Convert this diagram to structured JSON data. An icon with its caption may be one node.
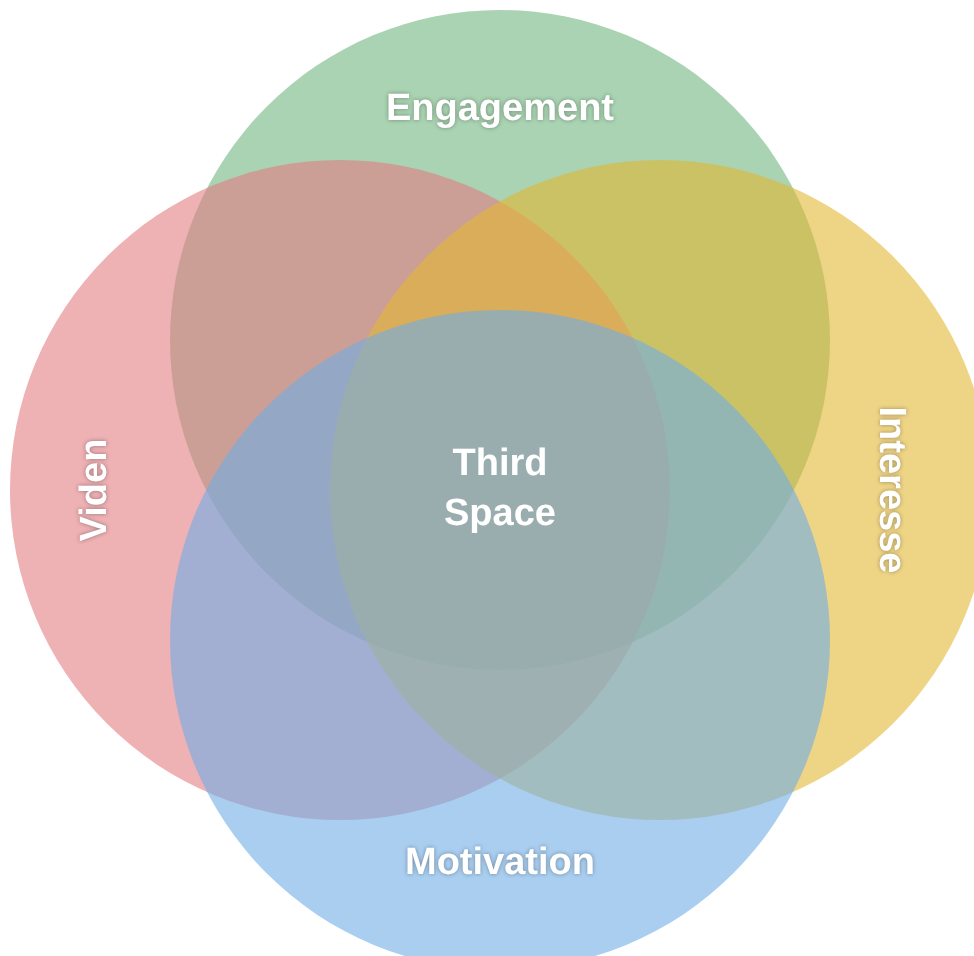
{
  "diagram": {
    "nodes": [
      {
        "text": [
          "Engagement"
        ]
      },
      {
        "text": [
          "Viden"
        ]
      },
      {
        "text": [
          "Interesse"
        ]
      },
      {
        "text": [
          "Motivation"
        ]
      }
    ],
    "labels": [
      "Third Space"
    ]
  }
}
